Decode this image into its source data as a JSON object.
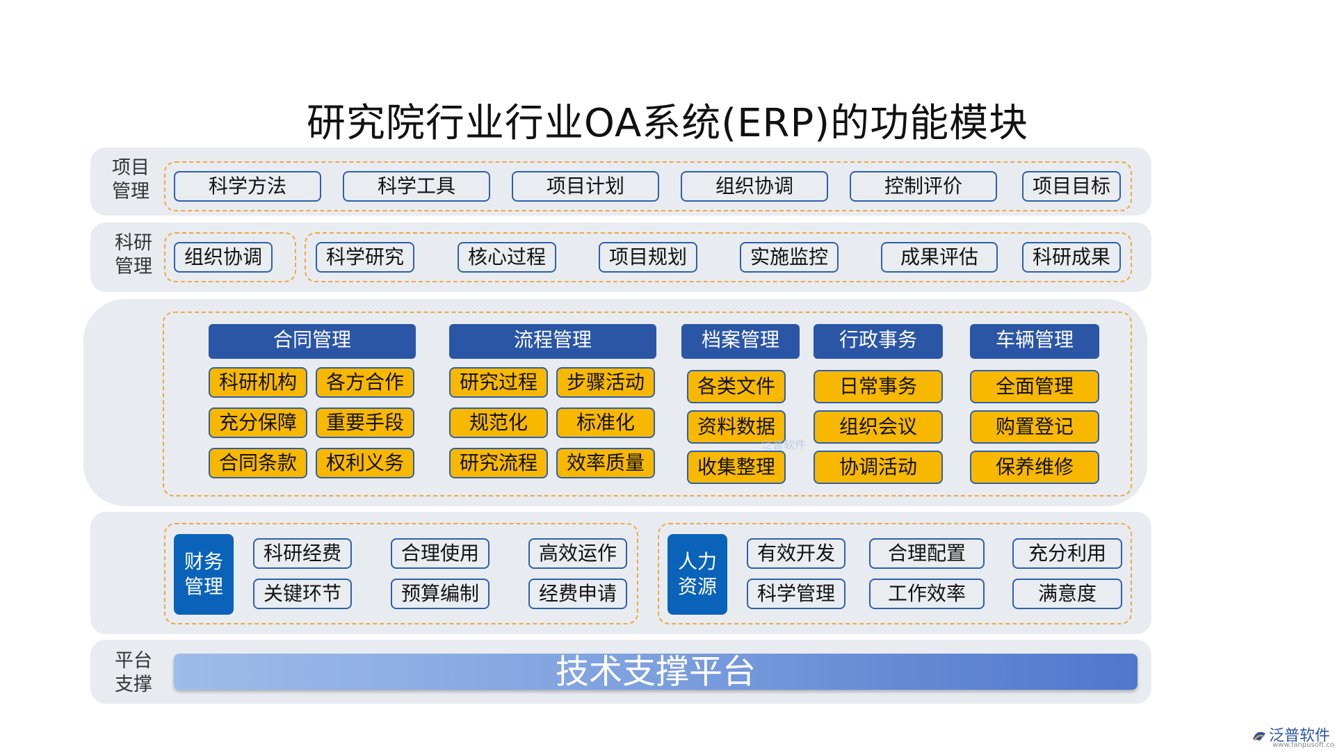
{
  "title": "研究院行业行业OA系统(ERP)的功能模块",
  "project": {
    "label": "项目\n管理",
    "items": [
      "科学方法",
      "科学工具",
      "项目计划",
      "组织协调",
      "控制评价",
      "项目目标"
    ]
  },
  "research": {
    "label": "科研\n管理",
    "left": "组织协调",
    "items": [
      "科学研究",
      "核心过程",
      "项目规划",
      "实施监控",
      "成果评估",
      "科研成果"
    ]
  },
  "modules": [
    {
      "head": "合同管理",
      "items": [
        "科研机构",
        "各方合作",
        "充分保障",
        "重要手段",
        "合同条款",
        "权利义务"
      ]
    },
    {
      "head": "流程管理",
      "items": [
        "研究过程",
        "步骤活动",
        "规范化",
        "标准化",
        "研究流程",
        "效率质量"
      ]
    },
    {
      "head": "档案管理",
      "items": [
        "各类文件",
        "资料数据",
        "收集整理"
      ]
    },
    {
      "head": "行政事务",
      "items": [
        "日常事务",
        "组织会议",
        "协调活动"
      ]
    },
    {
      "head": "车辆管理",
      "items": [
        "全面管理",
        "购置登记",
        "保养维修"
      ]
    }
  ],
  "finance": {
    "tag": "财务\n管理",
    "items": [
      "科研经费",
      "合理使用",
      "高效运作",
      "关键环节",
      "预算编制",
      "经费申请"
    ]
  },
  "hr": {
    "tag": "人力\n资源",
    "items": [
      "有效开发",
      "合理配置",
      "充分利用",
      "科学管理",
      "工作效率",
      "满意度"
    ]
  },
  "platform": {
    "label": "平台\n支撑",
    "bar": "技术支撑平台"
  },
  "watermark": "泛普软件",
  "logo": {
    "name": "泛普软件",
    "url": "www.fanpusoft.com"
  }
}
